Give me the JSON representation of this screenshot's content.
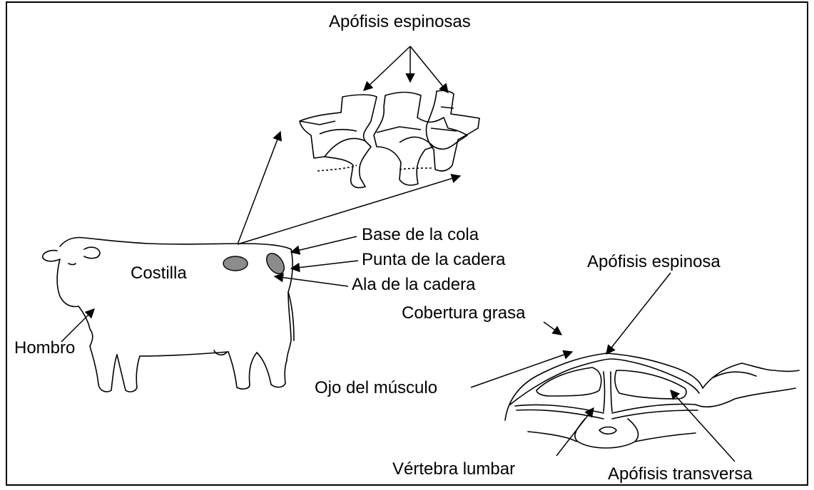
{
  "labels": {
    "apofisis_espinosas": "Apófisis espinosas",
    "base_cola": "Base de la cola",
    "punta_cadera": "Punta de la cadera",
    "ala_cadera": "Ala de la cadera",
    "costilla": "Costilla",
    "hombro": "Hombro",
    "apofisis_espinosa": "Apófisis espinosa",
    "cobertura_grasa": "Cobertura grasa",
    "ojo_musculo": "Ojo del músculo",
    "vertebra_lumbar": "Vértebra lumbar",
    "apofisis_transversa": "Apófisis transversa"
  }
}
